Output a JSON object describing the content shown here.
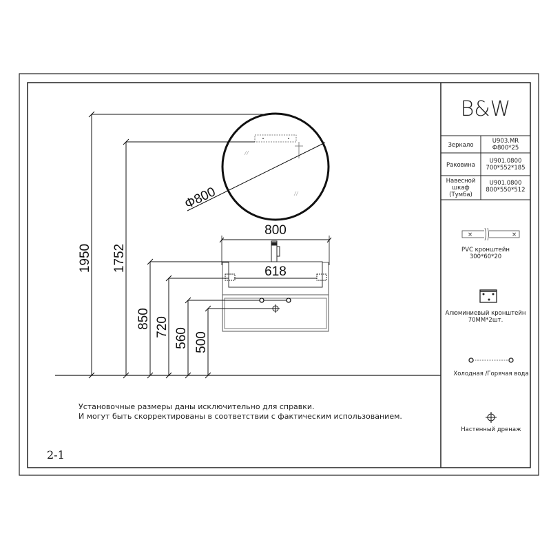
{
  "logo": "B&W",
  "table": [
    {
      "name": "Зеркало",
      "code": "U903.MR",
      "size": "Ф800*25"
    },
    {
      "name": "Раковина",
      "code": "U901.0800",
      "size": "700*552*185"
    },
    {
      "name_lines": [
        "Навесной",
        "шкаф",
        "(Тумба)"
      ],
      "code": "U901.0800",
      "size": "800*550*512"
    }
  ],
  "legend": [
    {
      "icon": "pvc-bracket-icon",
      "lines": [
        "PVC кронштейн",
        "300*60*20"
      ]
    },
    {
      "icon": "aluminium-bracket-icon",
      "lines": [
        "Алюминиевый кронштейн",
        "70MM*2шт."
      ]
    },
    {
      "icon": "water-pipes-icon",
      "lines": [
        "Холодная /Горячая вода"
      ]
    },
    {
      "icon": "wall-drain-icon",
      "lines": [
        "Настенный дренаж"
      ]
    }
  ],
  "dimensions": {
    "mirror_diameter": "Φ800",
    "cabinet_width": "800",
    "bracket_spacing": "618",
    "heights": [
      "1950",
      "1752",
      "850",
      "720",
      "560",
      "500"
    ]
  },
  "notes": [
    "Установочные размеры даны исключительно для справки.",
    "И могут быть скорректированы в соответствии с фактическим использованием."
  ],
  "page_number": "2-1"
}
